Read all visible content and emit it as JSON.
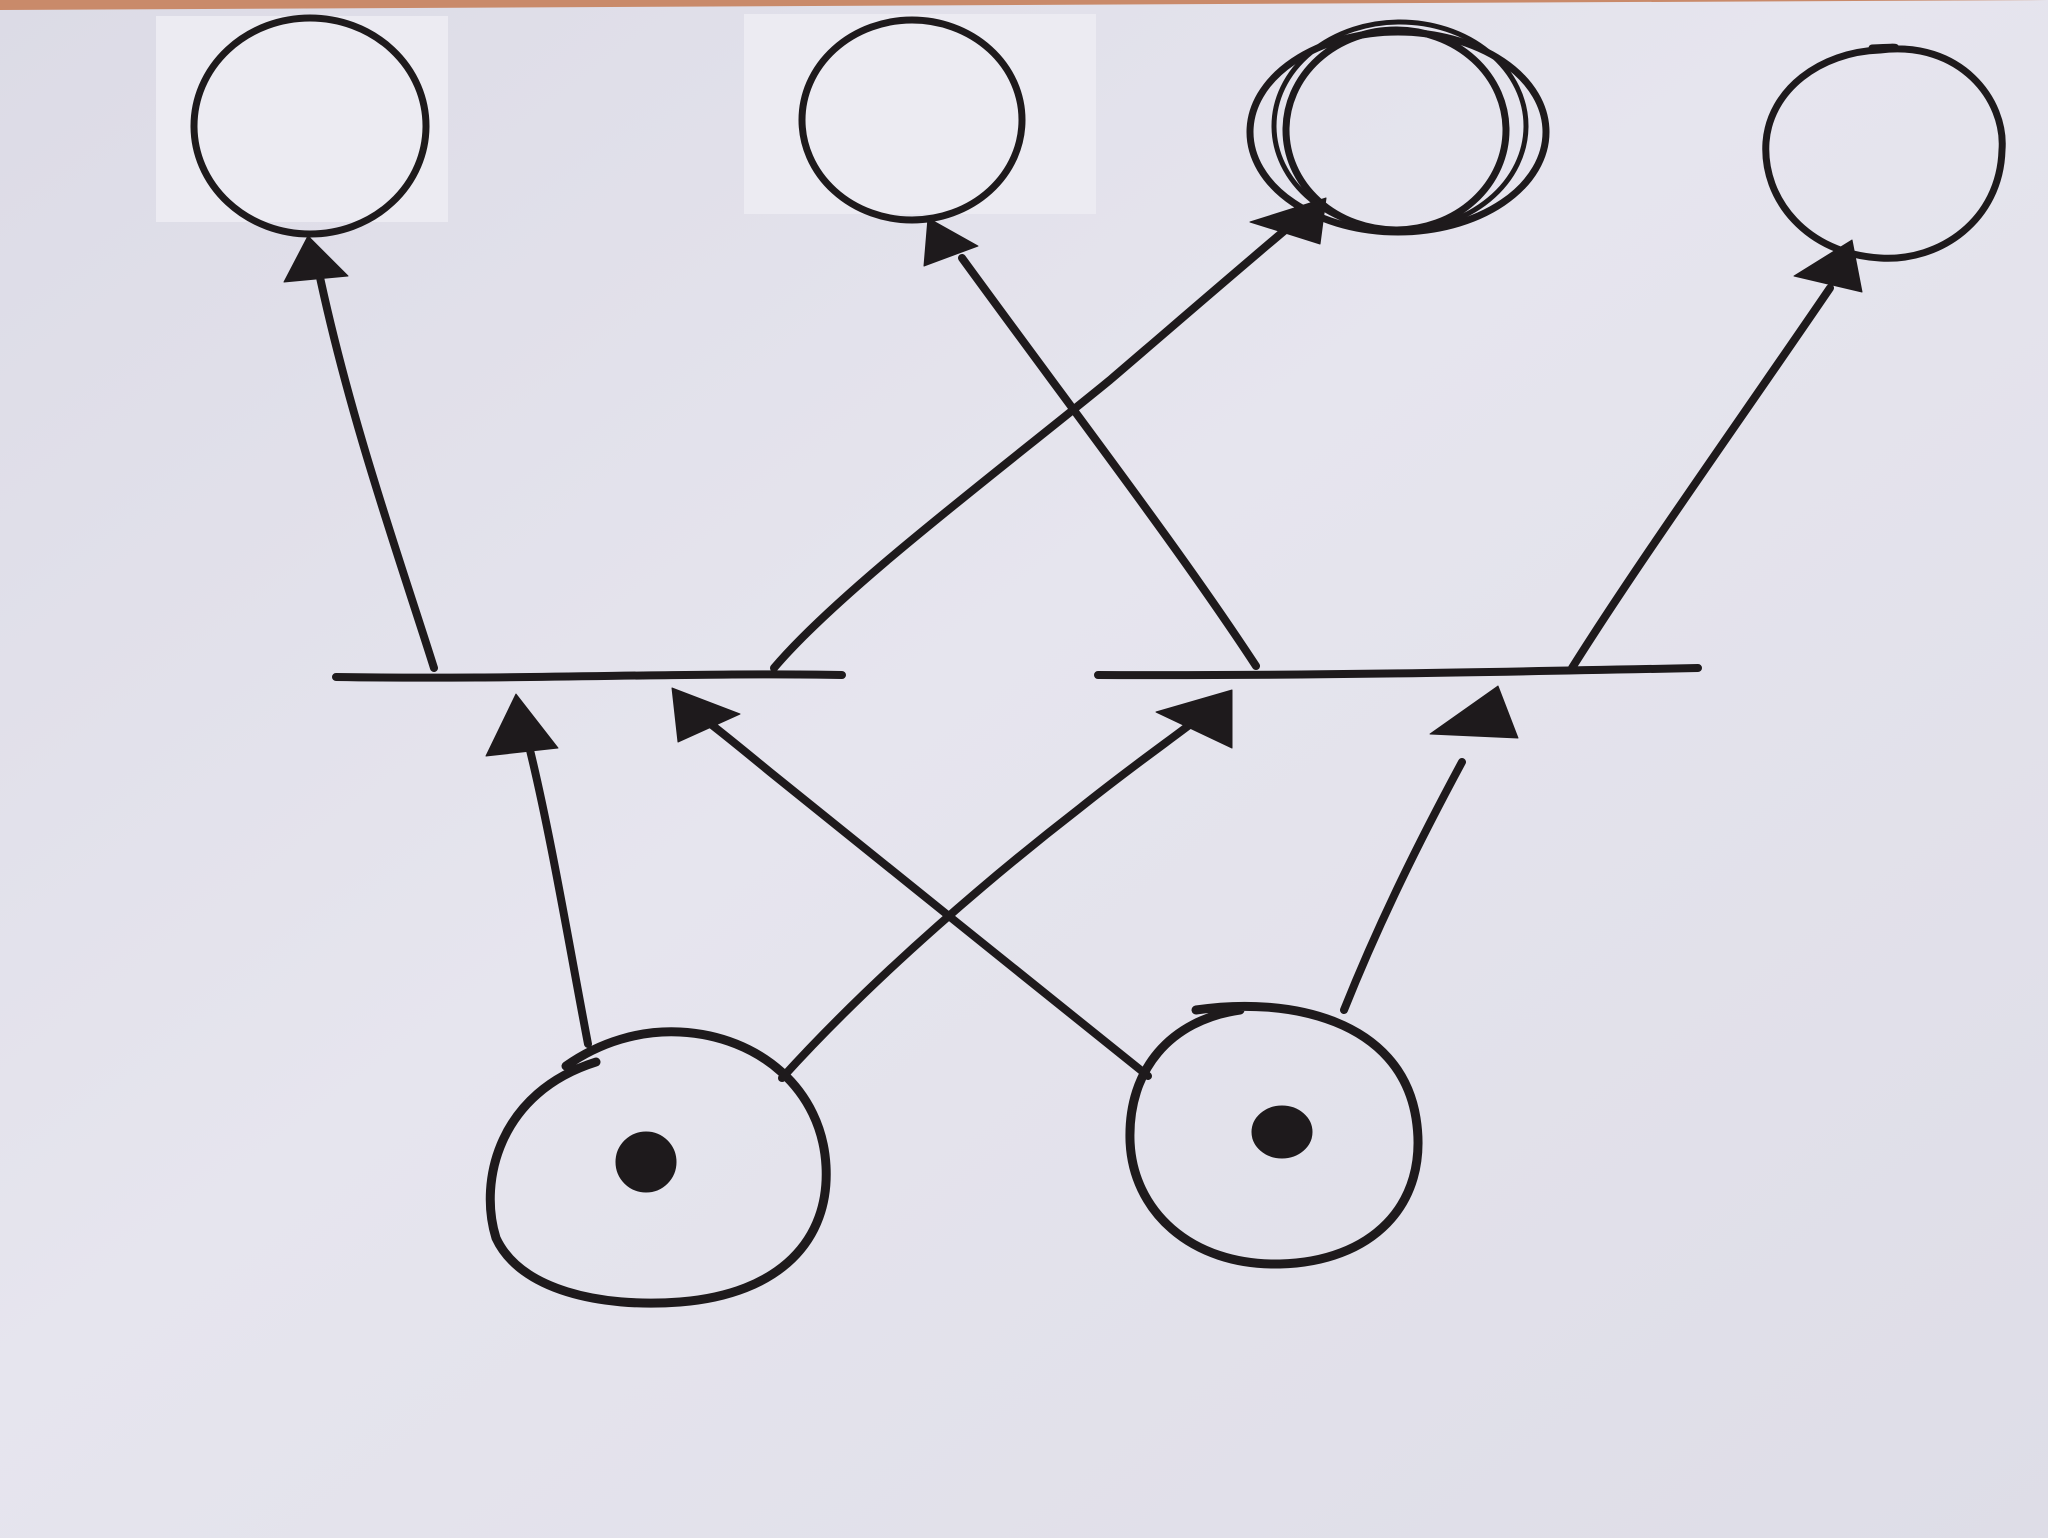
{
  "diagram": {
    "kind": "directed-graph",
    "nodes": [
      {
        "id": "input-node-1",
        "type": "observed"
      },
      {
        "id": "input-node-2",
        "type": "observed"
      },
      {
        "id": "factor-bar-1",
        "type": "factor"
      },
      {
        "id": "factor-bar-2",
        "type": "factor"
      },
      {
        "id": "output-node-1",
        "type": "latent"
      },
      {
        "id": "output-node-2",
        "type": "latent"
      },
      {
        "id": "output-node-3",
        "type": "latent"
      },
      {
        "id": "output-node-4",
        "type": "latent"
      }
    ],
    "edges": [
      {
        "from": "input-node-1",
        "to": "factor-bar-1"
      },
      {
        "from": "input-node-1",
        "to": "factor-bar-2"
      },
      {
        "from": "input-node-2",
        "to": "factor-bar-1"
      },
      {
        "from": "input-node-2",
        "to": "factor-bar-2"
      },
      {
        "from": "factor-bar-1",
        "to": "output-node-1"
      },
      {
        "from": "factor-bar-1",
        "to": "output-node-3"
      },
      {
        "from": "factor-bar-2",
        "to": "output-node-2"
      },
      {
        "from": "factor-bar-2",
        "to": "output-node-4"
      }
    ],
    "colors": {
      "ink": "#1e1a1c",
      "paper": "#e4e3ec",
      "patch": "#ecebf2",
      "background": "#c98a6a"
    }
  }
}
